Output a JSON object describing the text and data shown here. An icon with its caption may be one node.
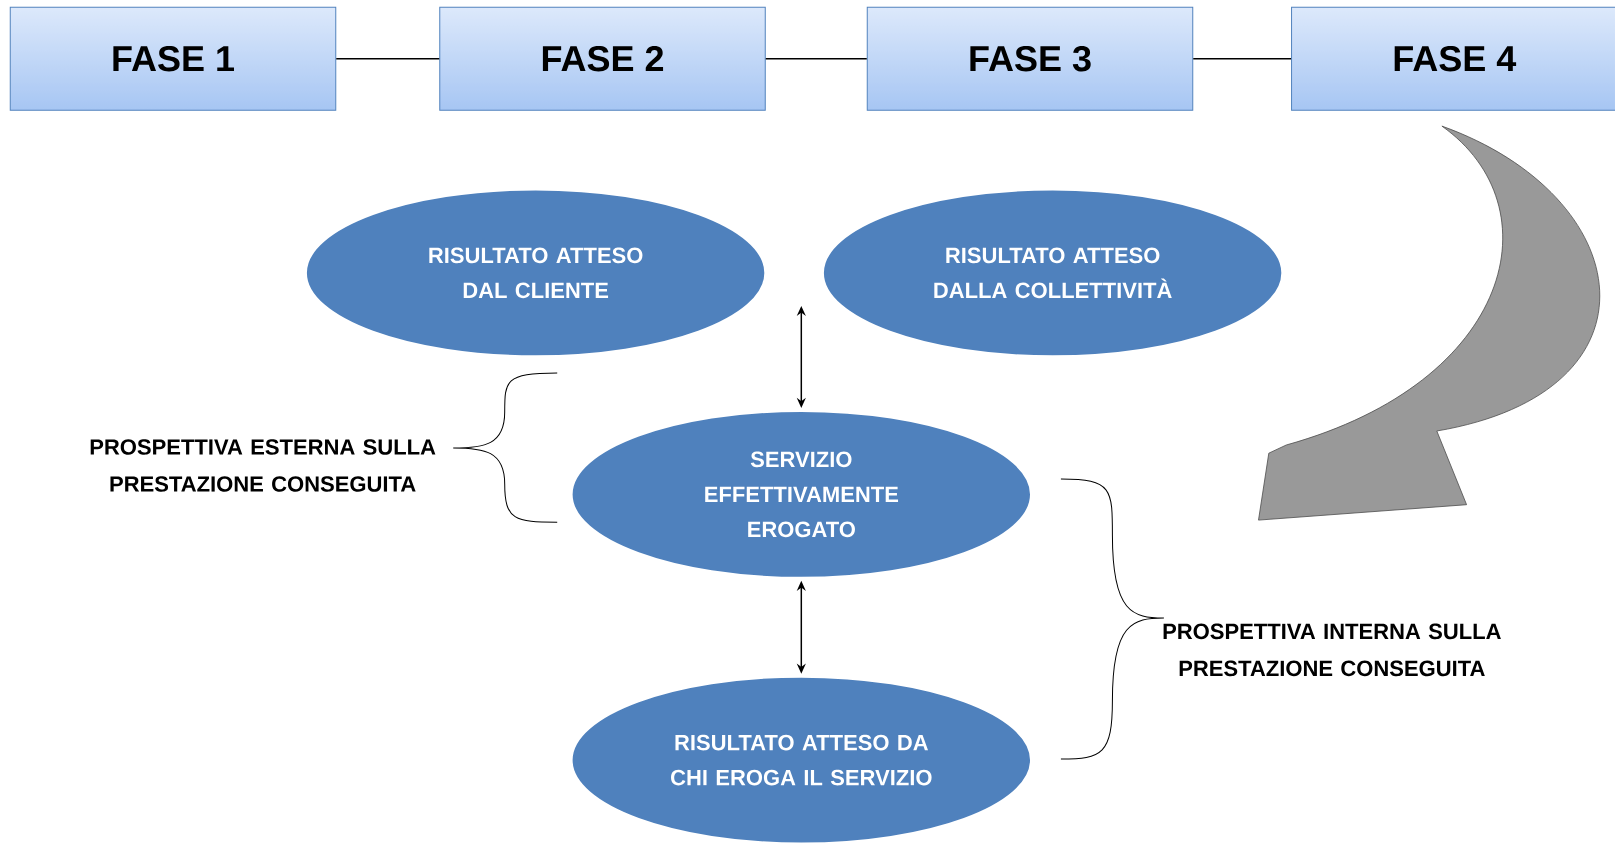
{
  "diagram": {
    "nodes": [
      {
        "text": [
          "FASE 1"
        ]
      },
      {
        "text": [
          "FASE 2"
        ]
      },
      {
        "text": [
          "FASE 3"
        ]
      },
      {
        "text": [
          "FASE 4"
        ]
      },
      {
        "text": [
          "RISULTATO ATTESO DAL CLIENTE"
        ]
      },
      {
        "text": [
          "RISULTATO ATTESO DALLA COLLETTIVITÀ"
        ]
      },
      {
        "text": [
          "SERVIZIO EFFETTIVAMENTE EROGATO"
        ]
      },
      {
        "text": [
          "RISULTATO ATTESO DA CHI EROGA IL SERVIZIO"
        ]
      }
    ],
    "edges": [
      {
        "from": 0,
        "to": 1,
        "arrow": "none"
      },
      {
        "from": 1,
        "to": 2,
        "arrow": "none"
      },
      {
        "from": 2,
        "to": 3,
        "arrow": "none"
      },
      {
        "from": 6,
        "to": null,
        "arrow": "both"
      },
      {
        "from": 6,
        "to": 7,
        "arrow": "both"
      },
      {
        "from": 3,
        "to": 6,
        "arrow": "to",
        "style": "thick",
        "color": "#999999"
      }
    ],
    "labels": [
      "PROSPETTIVA ESTERNA SULLA PRESTAZIONE CONSEGUITA",
      "PROSPETTIVA INTERNA SULLA PRESTAZIONE CONSEGUITA"
    ]
  }
}
